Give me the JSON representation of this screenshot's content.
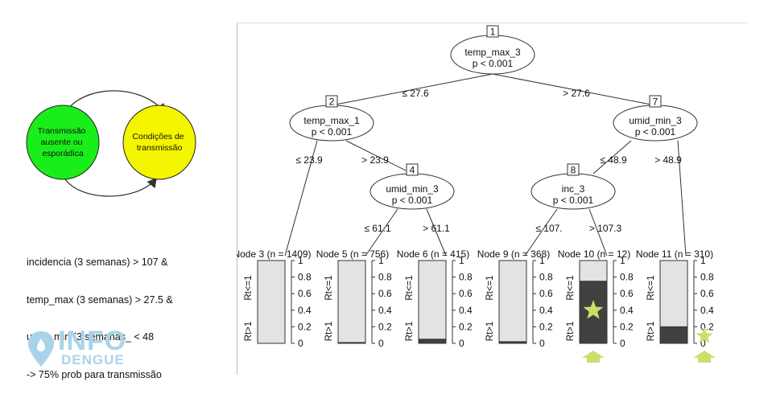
{
  "diagram": {
    "states": [
      {
        "label_lines": [
          "Transmissão",
          "ausente ou",
          "esporádica"
        ],
        "color": "#1aee1a"
      },
      {
        "label_lines": [
          "Condições de",
          "transmissão"
        ],
        "color": "#f5f500"
      }
    ]
  },
  "note_lines": [
    "incidencia (3 semanas) > 107 &",
    "temp_max (3 semanas) > 27.5 &",
    "umid_min (3 semanas_ < 48",
    "-> 75% prob para transmissão"
  ],
  "logo": {
    "word1": "INFO",
    "word2": "DENGUE",
    "color": "#a9d3ea"
  },
  "tree": {
    "inner_nodes": [
      {
        "id": "1",
        "var": "temp_max_3",
        "p": "p < 0.001"
      },
      {
        "id": "2",
        "var": "temp_max_1",
        "p": "p < 0.001"
      },
      {
        "id": "7",
        "var": "umid_min_3",
        "p": "p < 0.001"
      },
      {
        "id": "4",
        "var": "umid_min_3",
        "p": "p < 0.001"
      },
      {
        "id": "8",
        "var": "inc_3",
        "p": "p < 0.001"
      }
    ],
    "edge_labels": [
      "≤ 27.6",
      "> 27.6",
      "≤ 23.9",
      "> 23.9",
      "≤ 48.9",
      "> 48.9",
      "≤ 61.1",
      "> 61.1",
      "≤ 107.",
      "> 107.3"
    ],
    "leaves": [
      {
        "title": "Node 3 (n = 1409)",
        "fraction_rt_ge_1": 0.0
      },
      {
        "title": "Node 5 (n = 756)",
        "fraction_rt_ge_1": 0.01
      },
      {
        "title": "Node 6 (n = 415)",
        "fraction_rt_ge_1": 0.05
      },
      {
        "title": "Node 9 (n = 368)",
        "fraction_rt_ge_1": 0.02
      },
      {
        "title": "Node 10 (n = 12)",
        "fraction_rt_ge_1": 0.75
      },
      {
        "title": "Node 11 (n = 310)",
        "fraction_rt_ge_1": 0.2
      }
    ],
    "ticks": [
      "1",
      "0.8",
      "0.6",
      "0.4",
      "0.2",
      "0"
    ],
    "class_top": "Rt<=1",
    "class_bottom": "Rt>1",
    "fill_color": "#404040",
    "empty_color": "#e3e3e3",
    "highlight_color": "#c8e06a"
  }
}
